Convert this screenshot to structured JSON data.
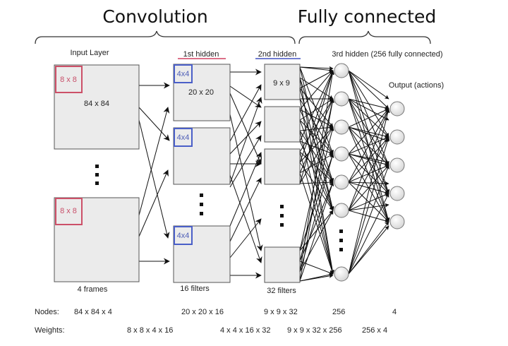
{
  "titles": {
    "convolution": "Convolution",
    "fully_connected": "Fully connected"
  },
  "layers": {
    "input": {
      "label": "Input Layer",
      "kernel_label": "8 x 8",
      "size_label": "84 x 84",
      "count_label": "4 frames",
      "kernel_color": "#cc5068"
    },
    "hidden1": {
      "label": "1st hidden",
      "underline_color": "#d04060",
      "kernel_label": "4x4",
      "size_label": "20 x 20",
      "count_label": "16 filters",
      "kernel_color": "#4a5fc8"
    },
    "hidden2": {
      "label": "2nd hidden",
      "underline_color": "#4050c0",
      "size_label": "9 x 9",
      "count_label": "32 filters"
    },
    "hidden3": {
      "label": "3rd hidden (256 fully connected)"
    },
    "output": {
      "label": "Output (actions)"
    }
  },
  "table": {
    "nodes": {
      "label": "Nodes:",
      "values": [
        "84 x 84 x 4",
        "20 x 20 x 16",
        "9 x 9 x 32",
        "256",
        "4"
      ]
    },
    "weights": {
      "label": "Weights:",
      "values": [
        "8 x 8 x 4 x 16",
        "4 x 4 x 16 x 32",
        "9 x 9 x 32 x 256",
        "256 x 4"
      ]
    }
  }
}
